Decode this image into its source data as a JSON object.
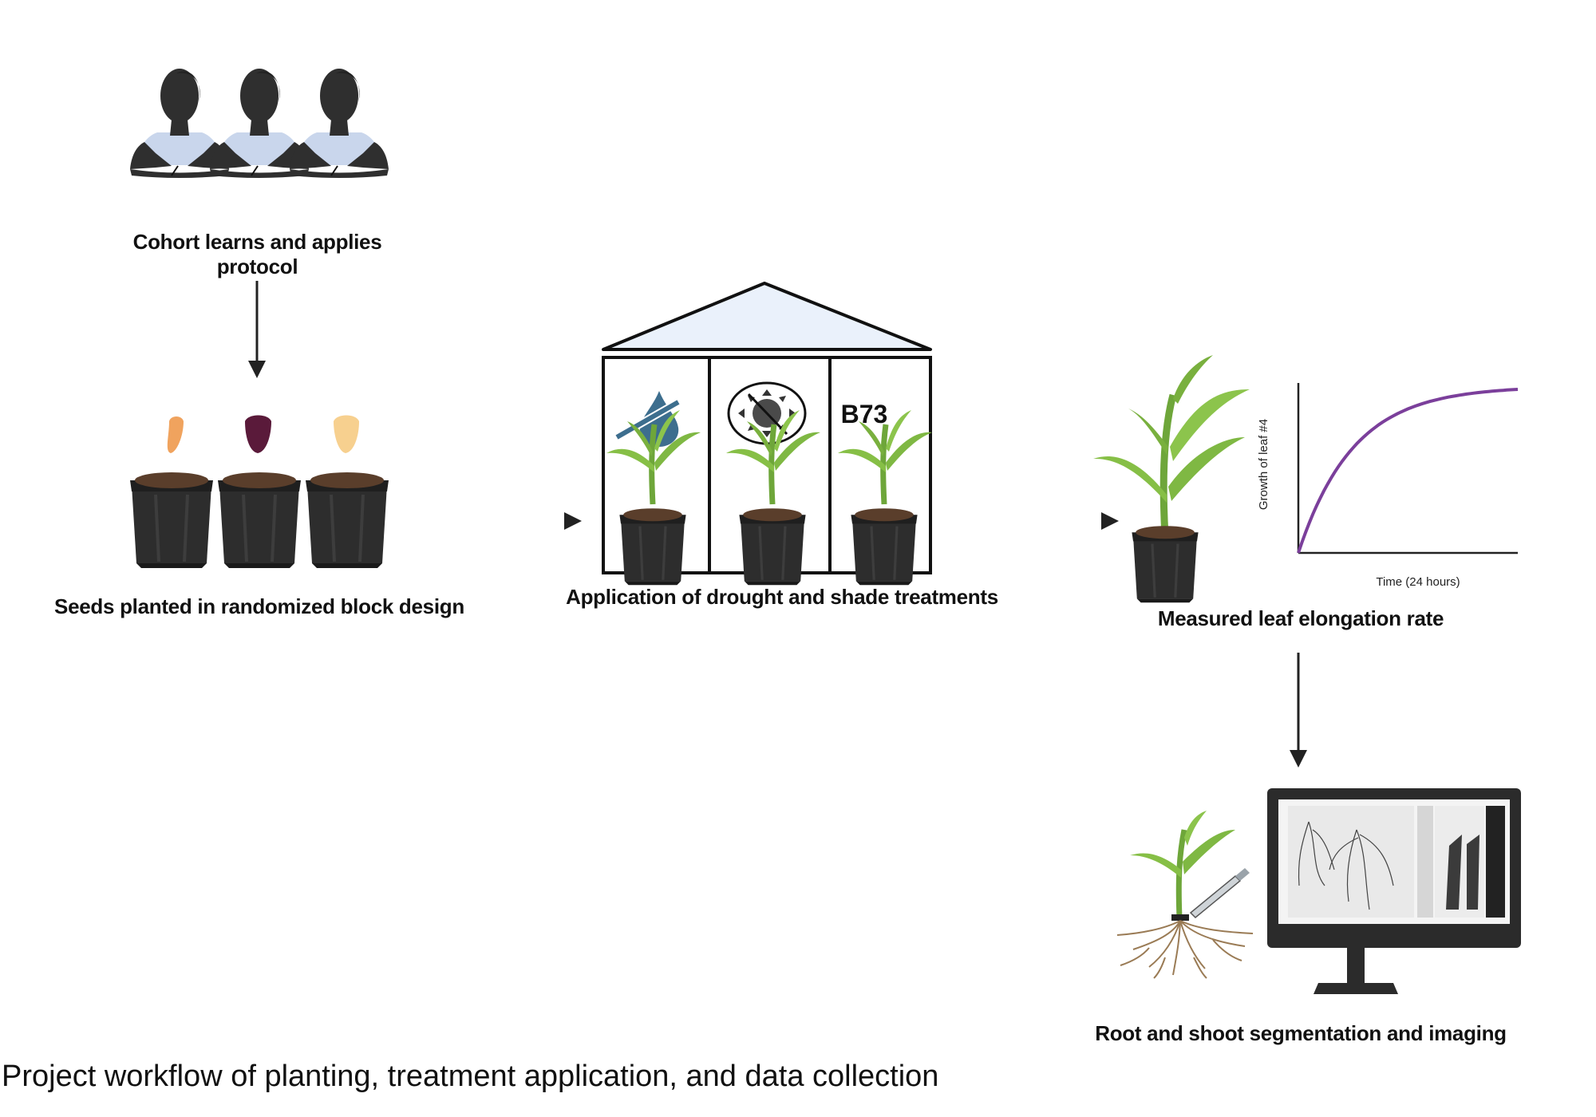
{
  "steps": {
    "cohort": {
      "label": "Cohort learns and applies protocol"
    },
    "seeds": {
      "label": "Seeds planted in randomized block design"
    },
    "treatments": {
      "label": "Application of drought and shade treatments",
      "genotype_tag": "B73"
    },
    "elongation": {
      "label": "Measured leaf elongation rate"
    },
    "imaging": {
      "label": "Root and shoot segmentation and imaging"
    }
  },
  "growth_chart": {
    "ylabel": "Growth of leaf #4",
    "xlabel": "Time (24 hours)",
    "curve_color": "#7b3f9b"
  },
  "caption": "Project workflow of planting, treatment application, and data collection",
  "icons": [
    "person-icon",
    "seed-icon",
    "pot-icon",
    "greenhouse-icon",
    "no-water-icon",
    "no-sun-icon",
    "maize-plant-icon",
    "monitor-icon",
    "scalpel-icon",
    "roots-icon"
  ],
  "colors": {
    "seed_orange": "#f0a35e",
    "seed_purple": "#5a1a3a",
    "seed_yellow": "#f7d08f",
    "leaf_green": "#7fb843",
    "roof_fill": "#eaf1fb",
    "water_blue": "#3d6e8e"
  }
}
